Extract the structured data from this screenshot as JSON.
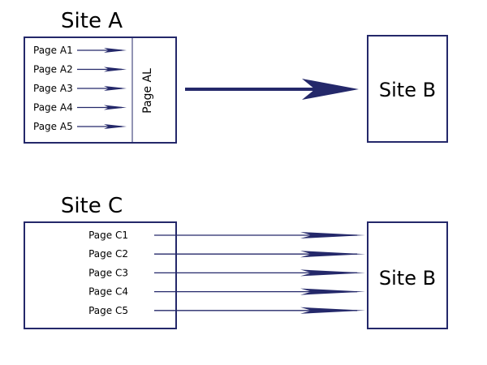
{
  "colors": {
    "stroke": "#24286a",
    "text": "#000000",
    "background": "#ffffff"
  },
  "diagram_top": {
    "source_title": "Site A",
    "source_pages": [
      "Page A1",
      "Page A2",
      "Page A3",
      "Page A4",
      "Page A5"
    ],
    "aggregator_label": "Page AL",
    "target_label": "Site B"
  },
  "diagram_bottom": {
    "source_title": "Site C",
    "source_pages": [
      "Page C1",
      "Page C2",
      "Page C3",
      "Page C4",
      "Page C5"
    ],
    "target_label": "Site B"
  }
}
